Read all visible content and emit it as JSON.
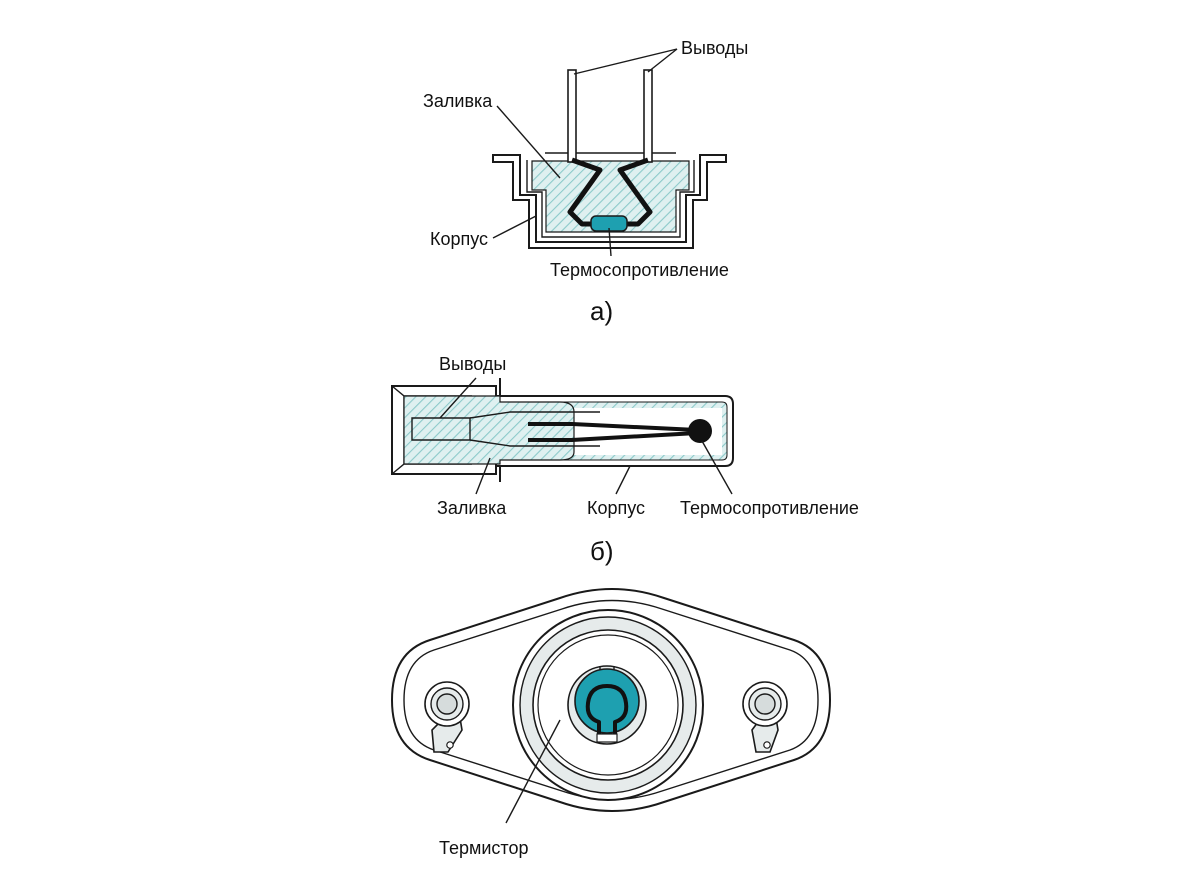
{
  "diagram_a": {
    "caption": "а)",
    "labels": {
      "leads": "Выводы",
      "filling": "Заливка",
      "housing": "Корпус",
      "thermistor": "Термосопротивление"
    }
  },
  "diagram_b": {
    "caption": "б)",
    "labels": {
      "leads": "Выводы",
      "filling": "Заливка",
      "housing": "Корпус",
      "thermistor": "Термосопротивление"
    }
  },
  "diagram_c": {
    "labels": {
      "thermistor": "Термистор"
    }
  },
  "colors": {
    "fill_hatch": "#9fd6d6",
    "thermistor_teal": "#1ea0b0",
    "light_gray": "#e6ebeb",
    "outline": "#1a1a1a"
  }
}
